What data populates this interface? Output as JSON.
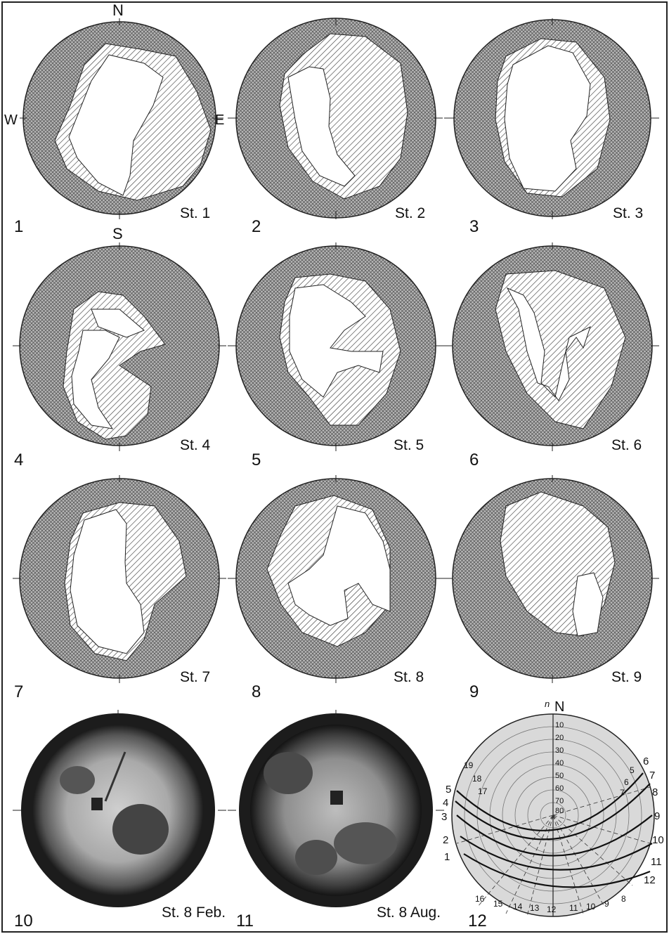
{
  "compass": {
    "north": "N",
    "south": "S",
    "west": "W",
    "east": "E"
  },
  "panels": [
    {
      "number": "1",
      "station": "St. 1"
    },
    {
      "number": "2",
      "station": "St. 2"
    },
    {
      "number": "3",
      "station": "St. 3"
    },
    {
      "number": "4",
      "station": "St. 4"
    },
    {
      "number": "5",
      "station": "St. 5"
    },
    {
      "number": "6",
      "station": "St. 6"
    },
    {
      "number": "7",
      "station": "St. 7"
    },
    {
      "number": "8",
      "station": "St. 8"
    },
    {
      "number": "9",
      "station": "St. 9"
    },
    {
      "number": "10",
      "station": "St. 8 Feb."
    },
    {
      "number": "11",
      "station": "St. 8 Aug."
    },
    {
      "number": "12",
      "station": ""
    }
  ],
  "sun_chart": {
    "north_label": "N",
    "n_mark": "n",
    "altitude_labels": [
      "10",
      "20",
      "30",
      "40",
      "50",
      "60",
      "70",
      "80"
    ],
    "left_labels": [
      "5",
      "4",
      "3",
      "2",
      "1"
    ],
    "right_labels": [
      "6",
      "7",
      "8",
      "9",
      "10",
      "11",
      "12"
    ],
    "inner_left_labels": [
      "19",
      "18",
      "17"
    ],
    "inner_right_labels": [
      "6",
      "5",
      "7"
    ],
    "bottom_labels": [
      "16",
      "15",
      "14",
      "13",
      "12",
      "11",
      "10",
      "9",
      "8"
    ]
  },
  "colors": {
    "crosshatch": "#8a8a8a",
    "hatch": "#3a3a3a",
    "photo_rim": "#1c1c1c",
    "chart_bg": "#d9d9d9"
  }
}
